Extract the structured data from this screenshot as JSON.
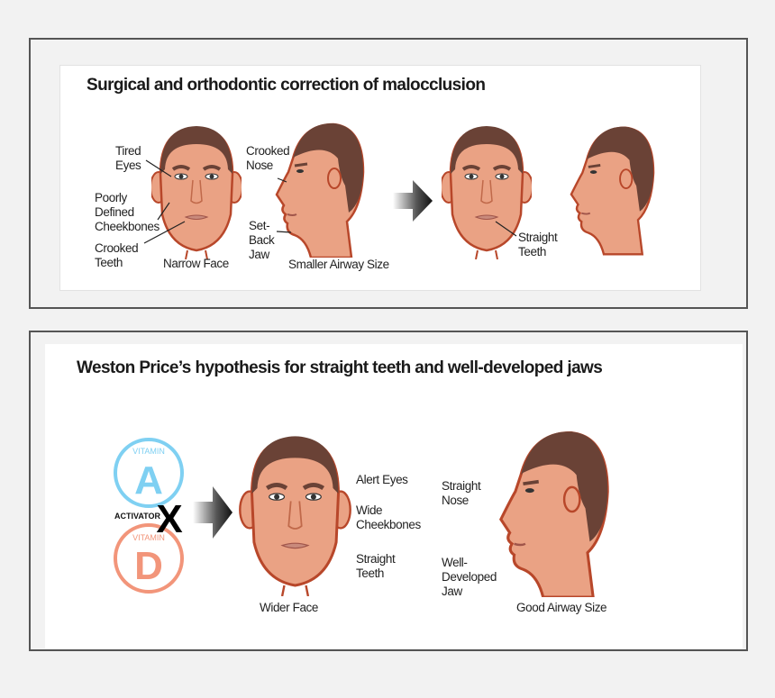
{
  "colors": {
    "skin": "#eaa284",
    "outline": "#b8472a",
    "hair": "#6a4236",
    "vitamin_a": "#7fd0f2",
    "vitamin_d": "#f2957a",
    "background": "#f2f2f2"
  },
  "panel1": {
    "title": "Surgical and orthodontic correction of malocclusion",
    "labels": {
      "tired_eyes": "Tired\nEyes",
      "poorly_defined": "Poorly\nDefined\nCheekbones",
      "crooked_teeth": "Crooked\nTeeth",
      "narrow_face": "Narrow Face",
      "crooked_nose": "Crooked\nNose",
      "set_back_jaw": "Set-\nBack\nJaw",
      "smaller_airway": "Smaller Airway Size",
      "straight_teeth": "Straight\nTeeth"
    }
  },
  "panel2": {
    "title": "Weston Price’s hypothesis for straight teeth and well-developed jaws",
    "vitamin_a": {
      "caption": "VITAMIN",
      "letter": "A"
    },
    "vitamin_d": {
      "caption": "VITAMIN",
      "letter": "D"
    },
    "activator": "ACTIVATOR",
    "times": "X",
    "labels": {
      "alert_eyes": "Alert Eyes",
      "wide_cheekbones": "Wide\nCheekbones",
      "straight_teeth": "Straight\nTeeth",
      "wider_face": "Wider Face",
      "straight_nose": "Straight\nNose",
      "well_developed_jaw": "Well-\nDeveloped\nJaw",
      "good_airway": "Good Airway Size"
    }
  }
}
